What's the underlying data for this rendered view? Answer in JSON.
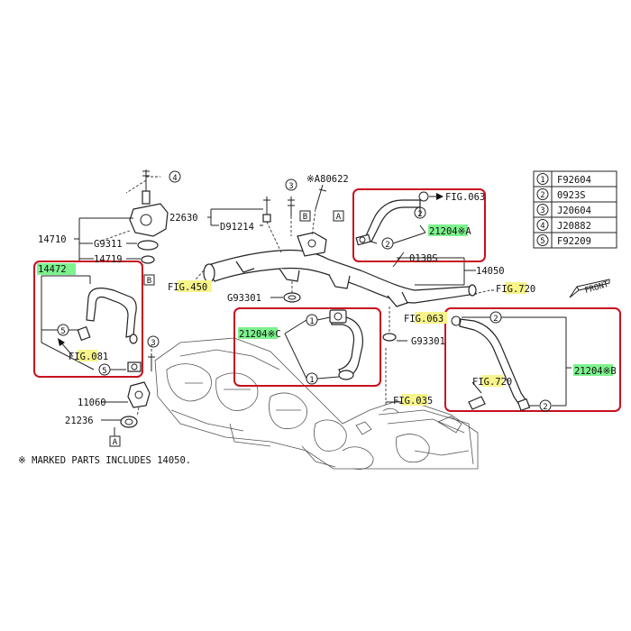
{
  "legend": {
    "items": [
      {
        "num": "1",
        "code": "F92604"
      },
      {
        "num": "2",
        "code": "0923S"
      },
      {
        "num": "3",
        "code": "J20604"
      },
      {
        "num": "4",
        "code": "J20882"
      },
      {
        "num": "5",
        "code": "F92209"
      }
    ]
  },
  "labels": {
    "a80622": "※A80622",
    "p22630": "22630",
    "d91214": "D91214",
    "p14710": "14710",
    "g9311": "G9311",
    "p14719": "14719",
    "p14472": "14472",
    "fig450": "FIG.450",
    "g93301a": "G93301",
    "fig081": "FIG.081",
    "p11060": "11060",
    "p21236": "21236",
    "p0138s": "0138S",
    "p14050": "14050",
    "fig720a": "FIG.720",
    "fig063a": "FIG.063",
    "fig063b": "FIG.063",
    "p21204a": "21204※A",
    "p21204c": "21204※C",
    "g93301b": "G93301",
    "fig035": "FIG.035",
    "p21204b": "21204※B",
    "fig720b": "FIG.720",
    "front": "FRONT",
    "ref_a": "A",
    "ref_b": "B",
    "note": "※ MARKED PARTS INCLUDES 14050."
  },
  "colors": {
    "highlight_yellow": "#f7f48a",
    "highlight_green": "#7df28e",
    "callout_box": "#c8101e"
  }
}
